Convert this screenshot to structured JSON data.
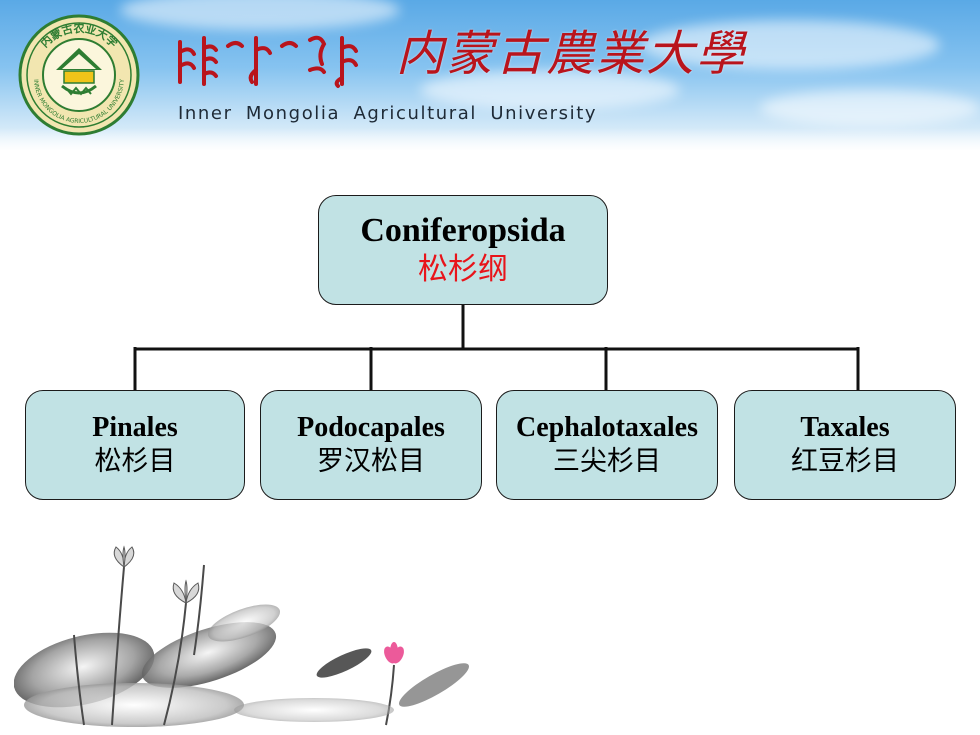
{
  "header": {
    "mongolian_title": "ᠥᠪᠥᠷ ᠮᠣᠩᠭᠣᠯ",
    "chinese_title": "内蒙古農業大學",
    "english_title": "Inner Mongolia Agricultural University",
    "seal_top_text": "内蒙古农业大学",
    "seal_bottom_text": "INNER MONGOLIA AGRICULTURAL UNIVERSITY"
  },
  "diagram": {
    "root": {
      "name": "Coniferopsida",
      "chinese": "松杉纲"
    },
    "children": [
      {
        "name": "Pinales",
        "chinese": "松杉目"
      },
      {
        "name": "Podocapales",
        "chinese": "罗汉松目"
      },
      {
        "name": "Cephalotaxales",
        "chinese": "三尖杉目"
      },
      {
        "name": "Taxales",
        "chinese": "红豆杉目"
      }
    ]
  },
  "colors": {
    "node_fill": "#c1e2e4",
    "node_border": "#1b1b1b",
    "root_chinese_text": "#e8141a",
    "banner_sky": "#5aa9e6",
    "title_red": "#b9141c"
  },
  "decoration": {
    "icon": "lotus-ink-painting-icon"
  }
}
